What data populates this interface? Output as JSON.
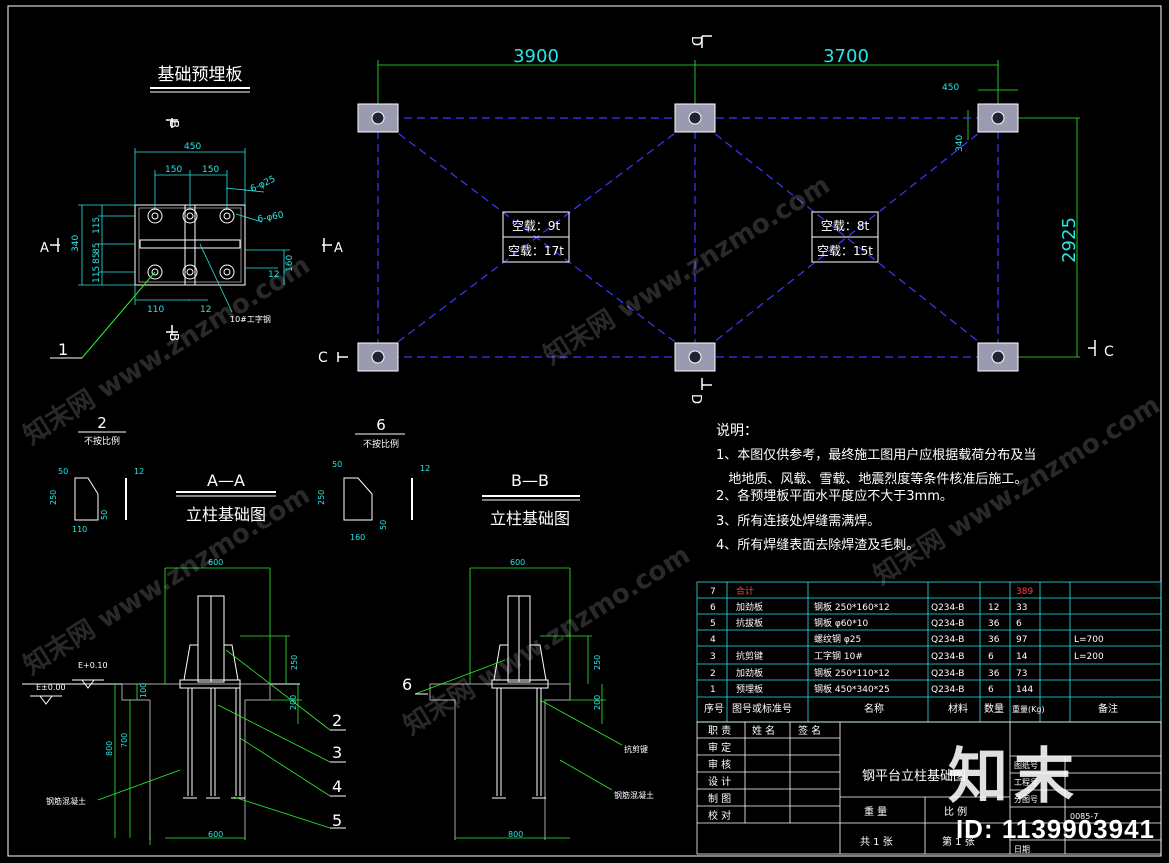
{
  "titles": {
    "embedded_plate": "基础预埋板",
    "section_aa": "A—A",
    "section_aa_sub": "立柱基础图",
    "section_bb": "B—B",
    "section_bb_sub": "立柱基础图",
    "part2_num": "2",
    "part2_note": "不按比例",
    "part6_num": "6",
    "part6_note": "不按比例"
  },
  "plan": {
    "dim_left": "3900",
    "dim_right": "3700",
    "dim_height": "2925",
    "dim_450": "450",
    "dim_340": "340",
    "load_left": [
      "空载：9t",
      "空载：17t"
    ],
    "load_right": [
      "空载：8t",
      "空载：15t"
    ],
    "section_marks": {
      "C": "C",
      "D": "D"
    }
  },
  "plate_detail": {
    "dims": {
      "w450": "450",
      "w150a": "150",
      "w150b": "150",
      "h340": "340",
      "h115a": "115",
      "h85a": "85",
      "h85b": "85",
      "h115b": "115",
      "d160": "160",
      "d12": "12",
      "d110": "110",
      "d12b": "12"
    },
    "callouts": {
      "bolt_holes": "6-φ25",
      "bolt_holes2": "6-φ60",
      "beam": "10#工字钢"
    },
    "marks": {
      "A": "A",
      "B": "B",
      "part1": "1"
    }
  },
  "part_details": {
    "p2": {
      "d50": "50",
      "d12": "12",
      "d250": "250",
      "d110": "110",
      "d50b": "50"
    },
    "p6": {
      "d50": "50",
      "d12": "12",
      "d250": "250",
      "d160": "160",
      "d50b": "50"
    }
  },
  "section_dims": {
    "aa": {
      "top600": "600",
      "bot600": "600",
      "d250": "250",
      "d200": "200",
      "d100": "100",
      "d800": "800",
      "d700": "700",
      "e010": "E+0.10",
      "e000": "E±0.00",
      "concrete": "钢筋混凝土"
    },
    "bb": {
      "top600": "600",
      "bot800": "800",
      "d250": "250",
      "d200": "200",
      "concrete": "钢筋混凝土",
      "shear": "抗剪键"
    },
    "leaders": [
      "2",
      "3",
      "4",
      "5",
      "6"
    ]
  },
  "notes": {
    "title": "说明：",
    "lines": [
      "1、本图仅供参考，最终施工图用户应根据载荷分布及当",
      "   地地质、风载、雪载、地震烈度等条件核准后施工。",
      "2、各预埋板平面水平度应不大于3mm。",
      "3、所有连接处焊缝需满焊。",
      "4、所有焊缝表面去除焊渣及毛刺。"
    ]
  },
  "bom": {
    "rows": [
      {
        "no": "7",
        "name": "合计",
        "spec": "",
        "material": "",
        "qty": "",
        "weight": "389",
        "remark": ""
      },
      {
        "no": "6",
        "name": "加劲板",
        "spec": "钢板  250*160*12",
        "material": "Q234-B",
        "qty": "12",
        "weight": "33",
        "remark": ""
      },
      {
        "no": "5",
        "name": "抗拔板",
        "spec": "钢板  φ60*10",
        "material": "Q234-B",
        "qty": "36",
        "weight": "6",
        "remark": ""
      },
      {
        "no": "4",
        "name": "",
        "spec": "螺纹钢 φ25",
        "material": "Q234-B",
        "qty": "36",
        "weight": "97",
        "remark": "L=700"
      },
      {
        "no": "3",
        "name": "抗剪键",
        "spec": "工字钢  10#",
        "material": "Q234-B",
        "qty": "6",
        "weight": "14",
        "remark": "L=200"
      },
      {
        "no": "2",
        "name": "加劲板",
        "spec": "钢板  250*110*12",
        "material": "Q234-B",
        "qty": "36",
        "weight": "73",
        "remark": ""
      },
      {
        "no": "1",
        "name": "预埋板",
        "spec": "钢板  450*340*25",
        "material": "Q234-B",
        "qty": "6",
        "weight": "144",
        "remark": ""
      }
    ],
    "header": {
      "no": "序号",
      "ref": "图号或标准号",
      "name": "名称",
      "material": "材料",
      "qty": "数量",
      "weight": "重量(Kg)",
      "remark": "备注"
    }
  },
  "titleblock": {
    "roles_header": [
      "职 责",
      "姓 名",
      "签 名"
    ],
    "roles": [
      "审 定",
      "审 核",
      "设 计",
      "制 图",
      "校 对"
    ],
    "drawing_title": "钢平台立柱基础图",
    "weight_label": "重 量",
    "scale_label": "比 例",
    "sheets_total": "共 1 张",
    "sheet_no": "第 1 张",
    "right_cells": [
      "图纸号",
      "工程号",
      "分图号",
      "0085-7",
      "日期"
    ]
  },
  "branding": {
    "watermark": "知末网 www.znzmo.com",
    "logo": "知末",
    "id_label": "ID: 1139903941"
  }
}
